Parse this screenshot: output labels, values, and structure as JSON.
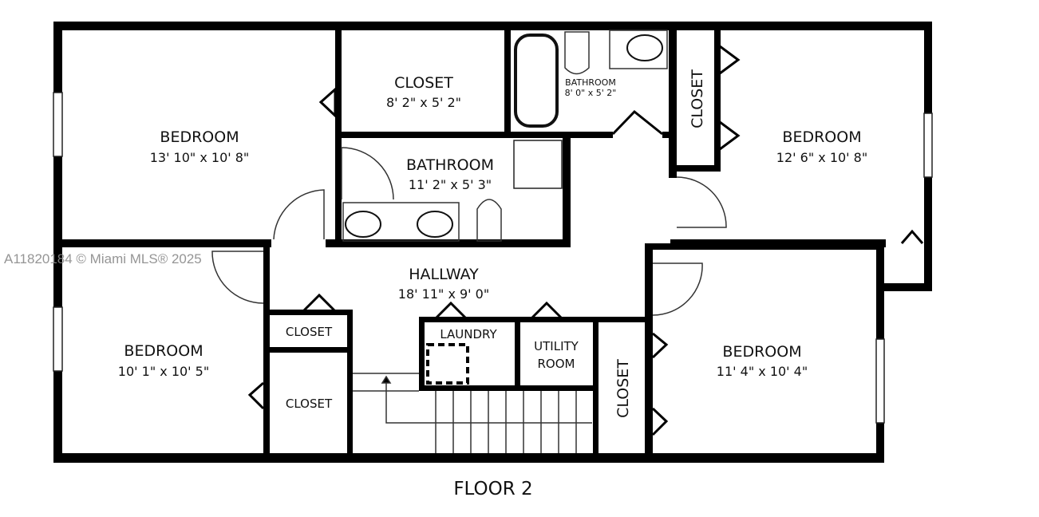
{
  "plan": {
    "title": "FLOOR 2",
    "watermark": "A11820184 © Miami MLS® 2025",
    "rooms": {
      "bedroom_nw": {
        "name": "BEDROOM",
        "size": "13' 10\" x 10' 8\""
      },
      "closet_n": {
        "name": "CLOSET",
        "size": "8' 2\" x 5' 2\""
      },
      "bathroom_small": {
        "name": "BATHROOM",
        "size": "8' 0\" x 5' 2\""
      },
      "closet_ne": {
        "name": "CLOSET"
      },
      "bedroom_ne": {
        "name": "BEDROOM",
        "size": "12' 6\" x 10' 8\""
      },
      "bathroom_main": {
        "name": "BATHROOM",
        "size": "11' 2\" x 5' 3\""
      },
      "hallway": {
        "name": "HALLWAY",
        "size": "18' 11\" x 9' 0\""
      },
      "bedroom_sw": {
        "name": "BEDROOM",
        "size": "10' 1\" x 10' 5\""
      },
      "closet_hall_small": {
        "name": "CLOSET"
      },
      "closet_hall": {
        "name": "CLOSET"
      },
      "laundry": {
        "name": "LAUNDRY"
      },
      "utility": {
        "name": "UTILITY",
        "name2": "ROOM"
      },
      "closet_se": {
        "name": "CLOSET"
      },
      "bedroom_se": {
        "name": "BEDROOM",
        "size": "11' 4\" x 10' 4\""
      }
    }
  }
}
